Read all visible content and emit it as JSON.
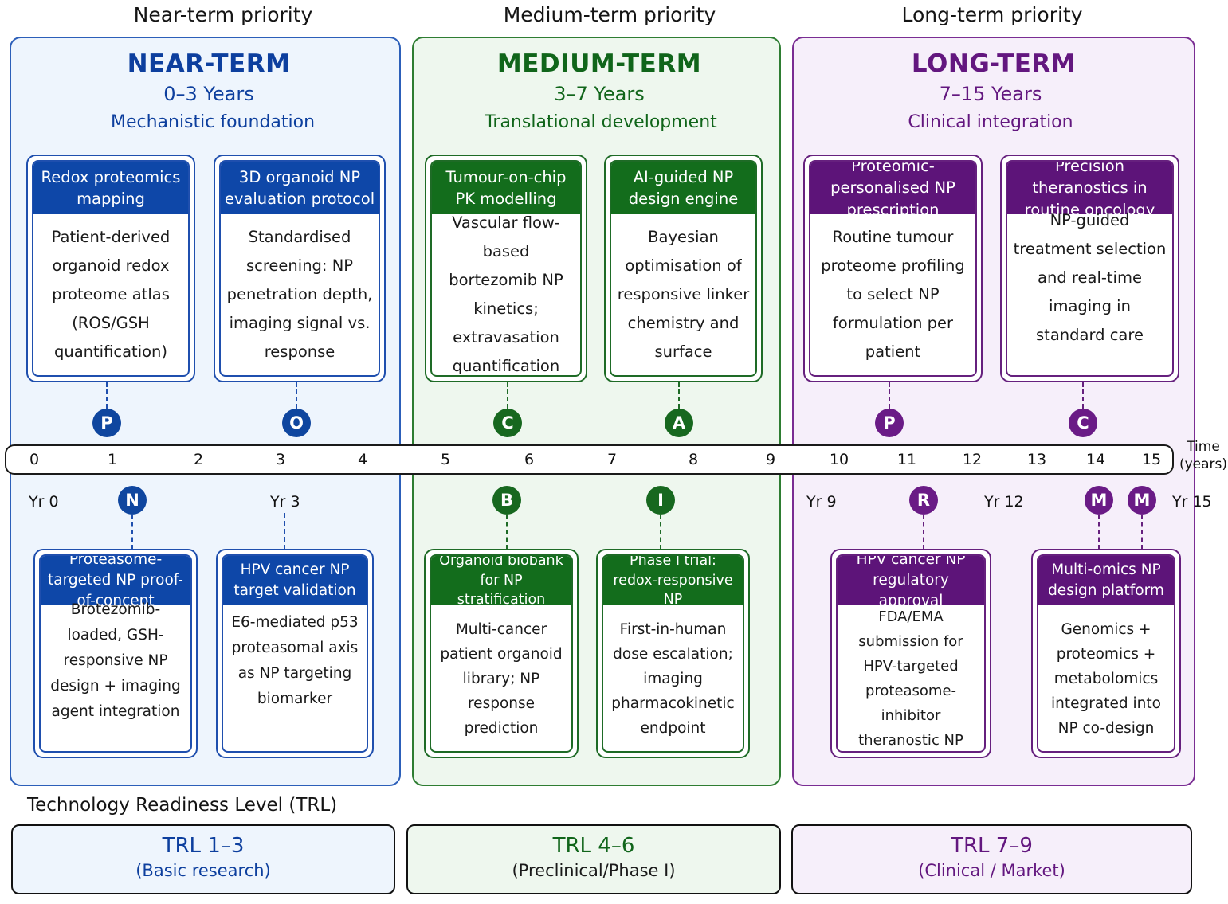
{
  "priorities": [
    "Near-term priority",
    "Medium-term priority",
    "Long-term priority"
  ],
  "phases": [
    {
      "title": "NEAR-TERM",
      "years": "0–3 Years",
      "subtitle": "Mechanistic foundation"
    },
    {
      "title": "MEDIUM-TERM",
      "years": "3–7 Years",
      "subtitle": "Translational development"
    },
    {
      "title": "LONG-TERM",
      "years": "7–15 Years",
      "subtitle": "Clinical integration"
    }
  ],
  "top_cards": [
    {
      "head": "Redox proteomics mapping",
      "body": "Patient-derived organoid redox proteome atlas (ROS/GSH quantification)",
      "badge": "P"
    },
    {
      "head": "3D organoid NP evaluation protocol",
      "body": "Standardised screening: NP penetration depth, imaging signal vs. response",
      "badge": "O"
    },
    {
      "head": "Tumour-on-chip PK modelling",
      "body": "Vascular flow-based bortezomib NP kinetics; extravasation quantification",
      "badge": "C"
    },
    {
      "head": "AI-guided NP design engine",
      "body": "Bayesian optimisation of responsive linker chemistry and surface",
      "badge": "A"
    },
    {
      "head": "Proteomic-personalised NP prescription",
      "body": "Routine tumour proteome profiling to select NP formulation per patient",
      "badge": "P"
    },
    {
      "head": "Precision theranostics in routine oncology",
      "body": "NP-guided treatment selection and real-time imaging in standard care",
      "badge": "C"
    }
  ],
  "bottom_cards": [
    {
      "head": "Proteasome-targeted NP proof-of-concept",
      "body": "Brotezomib-loaded, GSH-responsive NP design + imaging agent integration",
      "badge": "N"
    },
    {
      "head": "HPV cancer NP target validation",
      "body": "E6-mediated p53 proteasomal axis as NP targeting biomarker",
      "badge": ""
    },
    {
      "head": "Organoid biobank for NP stratification",
      "body": "Multi-cancer patient organoid library; NP response prediction",
      "badge": "B"
    },
    {
      "head": "Phase I trial: redox-responsive NP",
      "body": "First-in-human dose escalation; imaging pharmacokinetic endpoint",
      "badge": "I"
    },
    {
      "head": "HPV cancer NP regulatory approval",
      "body": "FDA/EMA submission for HPV-targeted proteasome-inhibitor theranostic NP",
      "badge": "R"
    },
    {
      "head": "Multi-omics NP design platform",
      "body": "Genomics + proteomics + metabolomics integrated into NP co-design",
      "badge": "M",
      "badge2": "M"
    }
  ],
  "timeline": {
    "ticks": [
      "0",
      "1",
      "2",
      "3",
      "4",
      "5",
      "6",
      "7",
      "8",
      "9",
      "10",
      "11",
      "12",
      "13",
      "14",
      "15"
    ],
    "axis_label": "Time (years)",
    "year_markers": [
      "Yr 0",
      "Yr 3",
      "Yr 9",
      "Yr 12",
      "Yr 15"
    ]
  },
  "trl": {
    "heading": "Technology Readiness Level (TRL)",
    "levels": [
      {
        "title": "TRL 1–3",
        "subtitle": "(Basic research)"
      },
      {
        "title": "TRL 4–6",
        "subtitle": "(Preclinical/Phase I)"
      },
      {
        "title": "TRL 7–9",
        "subtitle": "(Clinical / Market)"
      }
    ]
  },
  "colors": {
    "near": "#0e47a8",
    "medium": "#136d1c",
    "long": "#5d1479"
  }
}
